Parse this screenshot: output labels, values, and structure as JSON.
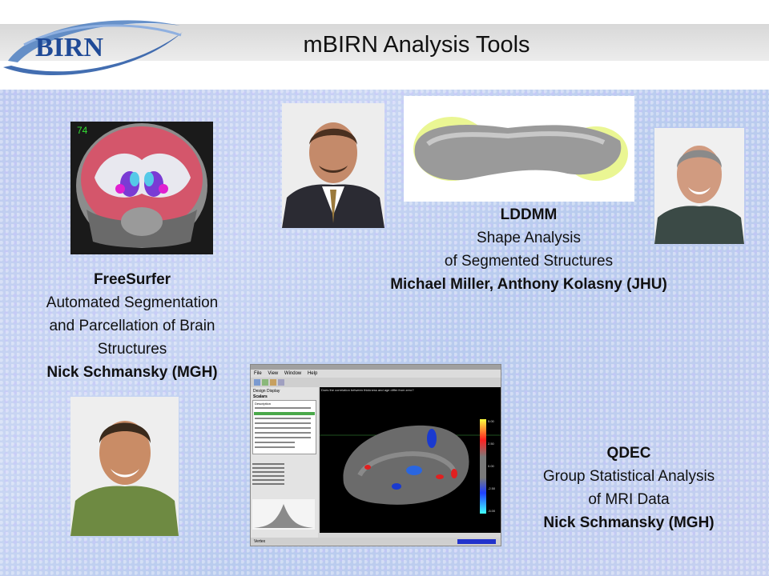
{
  "header": {
    "logo_text": "BIRN",
    "title": "mBIRN Analysis Tools"
  },
  "freesurfer": {
    "slice_number": "74",
    "name": "FreeSurfer",
    "line1": "Automated Segmentation",
    "line2": "and Parcellation of Brain",
    "line3": "Structures",
    "author": "Nick Schmansky (MGH)"
  },
  "lddmm": {
    "name": "LDDMM",
    "line1": "Shape Analysis",
    "line2": "of Segmented Structures",
    "author": "Michael Miller, Anthony Kolasny (JHU)"
  },
  "qdec": {
    "name": "QDEC",
    "line1": "Group Statistical Analysis",
    "line2": "of MRI Data",
    "author": "Nick Schmansky (MGH)",
    "menu": [
      "File",
      "View",
      "Window",
      "Help"
    ],
    "tabs": [
      "Design",
      "Display"
    ],
    "panel_label": "Scalars",
    "list_header": "Description",
    "question": "Does the correlation between thickness and age differ from zero?",
    "colorbar_ticks": [
      "5.00",
      "2.50",
      "0.00",
      "-2.50",
      "-5.00"
    ],
    "status": "Vertex"
  }
}
